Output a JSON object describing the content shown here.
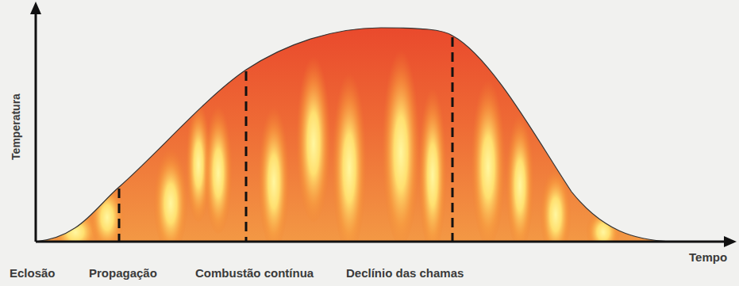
{
  "diagram": {
    "labels": [
      "Temperatura",
      "Tempo",
      "Eclosão",
      "Propagação",
      "Combustão contínua",
      "Declínio das chamas"
    ]
  }
}
